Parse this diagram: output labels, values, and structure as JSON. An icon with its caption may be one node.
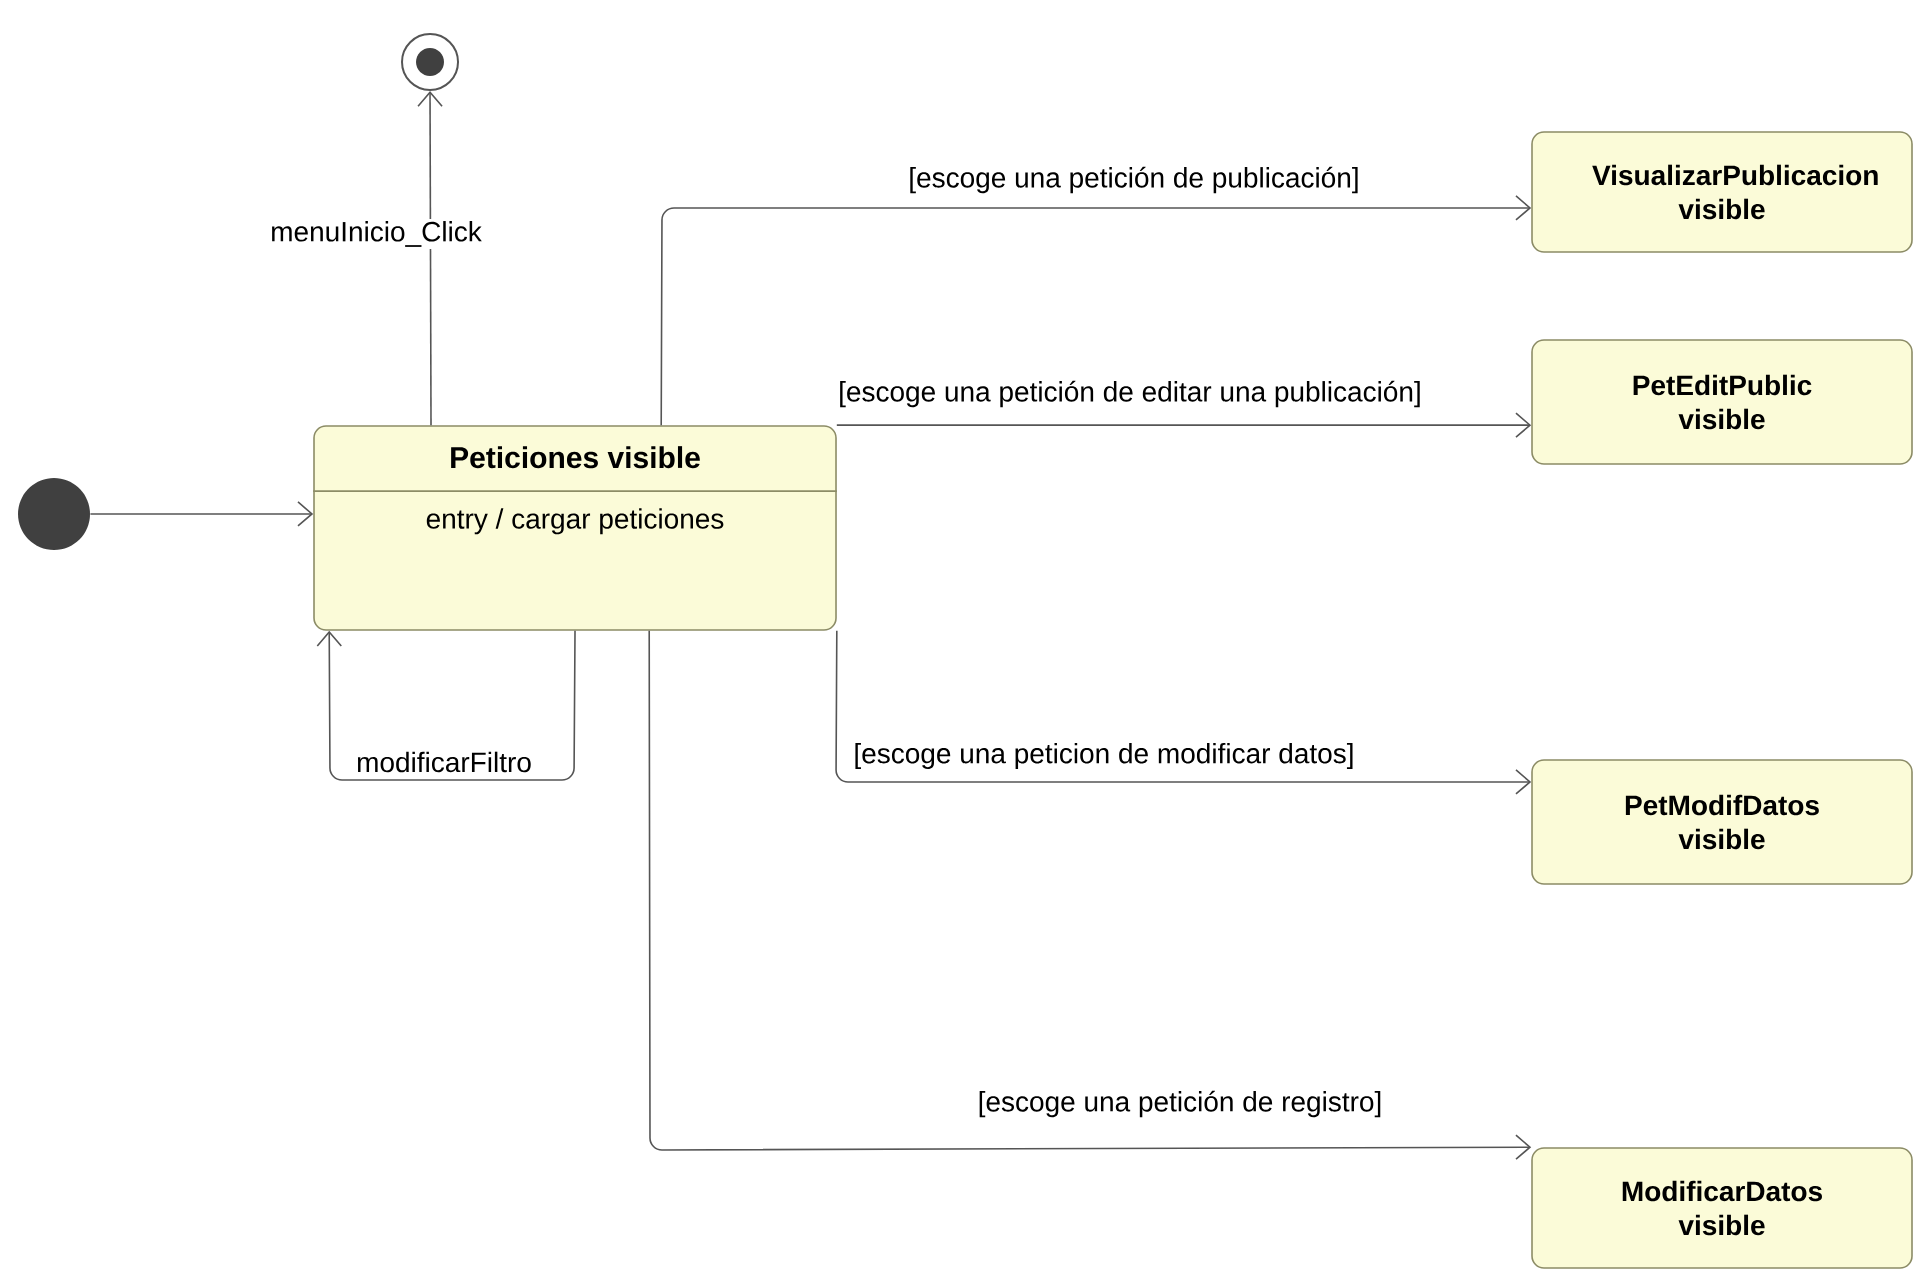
{
  "diagram": {
    "nodes": [
      {
        "text": [],
        "shape": "circle"
      },
      {
        "text": [],
        "shape": "circle"
      },
      {
        "text": [
          "Peticiones visible",
          "entry / cargar peticiones"
        ]
      },
      {
        "text": [
          "VisualizarPublicacion visible"
        ]
      },
      {
        "text": [
          "PetEditPublic visible"
        ]
      },
      {
        "text": [
          "PetModifDatos visible"
        ]
      },
      {
        "text": [
          "ModificarDatos visible"
        ]
      }
    ],
    "edges": [
      {
        "from": 1,
        "to": 2,
        "arrow": "to"
      },
      {
        "from": 2,
        "to": 0,
        "arrow": "to",
        "label": "menuInicio_Click"
      },
      {
        "from": 2,
        "to": 2,
        "arrow": "to",
        "label": "modificarFiltro"
      },
      {
        "from": 2,
        "to": 3,
        "arrow": "to",
        "label": "[escoge una petición de publicación]"
      },
      {
        "from": 2,
        "to": 4,
        "arrow": "to",
        "label": "[escoge una petición de editar una publicación]"
      },
      {
        "from": 2,
        "to": 5,
        "arrow": "to",
        "label": "[escoge una peticion de modificar datos]"
      },
      {
        "from": 2,
        "to": 6,
        "arrow": "to",
        "label": "[escoge una petición de registro]"
      }
    ]
  }
}
